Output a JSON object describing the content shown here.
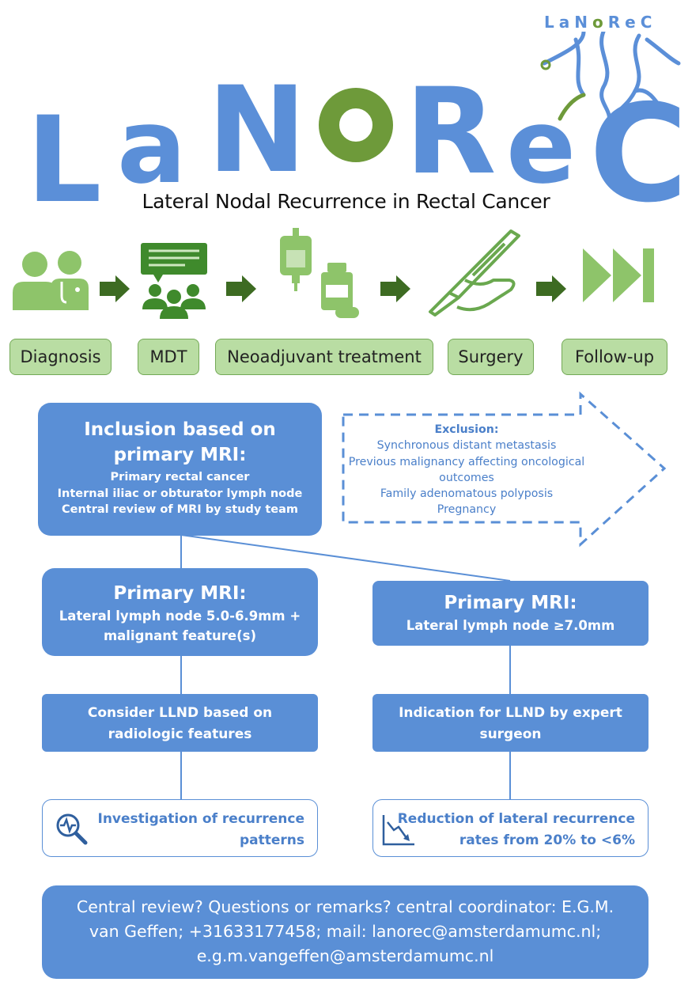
{
  "logo": {
    "letters": [
      "L",
      "a",
      "N",
      "o",
      "R",
      "e",
      "C"
    ],
    "small_text_1": "LaN",
    "small_text_o": "o",
    "small_text_2": "ReC"
  },
  "subtitle": "Lateral Nodal Recurrence in Rectal Cancer",
  "steps": [
    {
      "label": "Diagnosis",
      "icon": "doctor-patient-icon"
    },
    {
      "label": "MDT",
      "icon": "team-meeting-icon"
    },
    {
      "label": "Neoadjuvant treatment",
      "icon": "iv-bag-pills-icon"
    },
    {
      "label": "Surgery",
      "icon": "scalpel-hand-icon"
    },
    {
      "label": "Follow-up",
      "icon": "fast-forward-icon"
    }
  ],
  "inclusion": {
    "title_line1": "Inclusion based on",
    "title_line2": "primary MRI:",
    "items": [
      "Primary rectal cancer",
      "Internal iliac or obturator lymph node",
      "Central review of MRI by study team"
    ]
  },
  "exclusion": {
    "title": "Exclusion:",
    "items": [
      "Synchronous distant metastasis",
      "Previous malignancy affecting oncological",
      "outcomes",
      "Family adenomatous polyposis",
      "Pregnancy"
    ]
  },
  "left_branch": {
    "title": "Primary MRI:",
    "line1": "Lateral lymph node 5.0-6.9mm +",
    "line2": "malignant feature(s)",
    "action_line1": "Consider LLND based on",
    "action_line2": "radiologic features",
    "outcome_line1": "Investigation of recurrence",
    "outcome_line2": "patterns",
    "outcome_icon": "magnifier-pulse-icon"
  },
  "right_branch": {
    "title": "Primary MRI:",
    "line1": "Lateral lymph node ≥7.0mm",
    "action_line1": "Indication for LLND by expert",
    "action_line2": "surgeon",
    "outcome_line1": "Reduction of lateral recurrence",
    "outcome_line2": "rates from 20% to <6%",
    "outcome_icon": "declining-chart-icon"
  },
  "footer": {
    "line1": "Central review? Questions or remarks? central coordinator: E.G.M.",
    "line2": "van Geffen; +31633177458; mail: lanorec@amsterdamumc.nl;",
    "line3": "e.g.m.vangeffen@amsterdamumc.nl"
  },
  "colors": {
    "blue": "#5a8fd6",
    "green": "#6e9a3a",
    "light_green": "#b9dda3",
    "dark_green": "#3b6a24"
  }
}
